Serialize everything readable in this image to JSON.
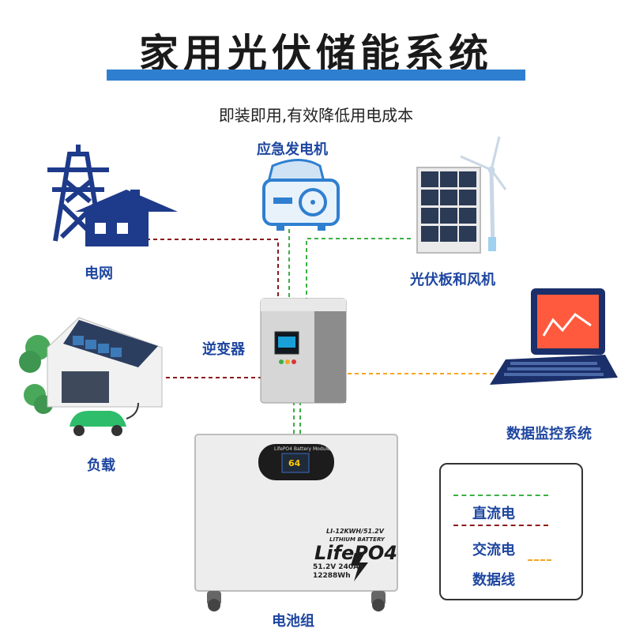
{
  "title": "家用光伏储能系统",
  "subtitle": "即装即用,有效降低用电成本",
  "nodes": {
    "grid": "电网",
    "generator": "应急发电机",
    "pv_wind": "光伏板和风机",
    "inverter": "逆变器",
    "load": "负载",
    "monitor": "数据监控系统",
    "battery": "电池组"
  },
  "battery_panel": {
    "module": "LifePO4 Battery Module",
    "model": "LI-12KWH/51.2V",
    "type": "LITHIUM BATTERY",
    "brand": "LifePO4",
    "spec_voltage": "51.2V 240Ah",
    "spec_energy": "12288Wh",
    "display": "64"
  },
  "legend": {
    "dc": "直流电",
    "ac": "交流电",
    "data": "数据线"
  },
  "colors": {
    "dc": "#3cb043",
    "ac": "#8b1a1a",
    "data": "#f5a623",
    "brand_blue": "#1e46a0",
    "title_bar": "#2f7fd0"
  }
}
